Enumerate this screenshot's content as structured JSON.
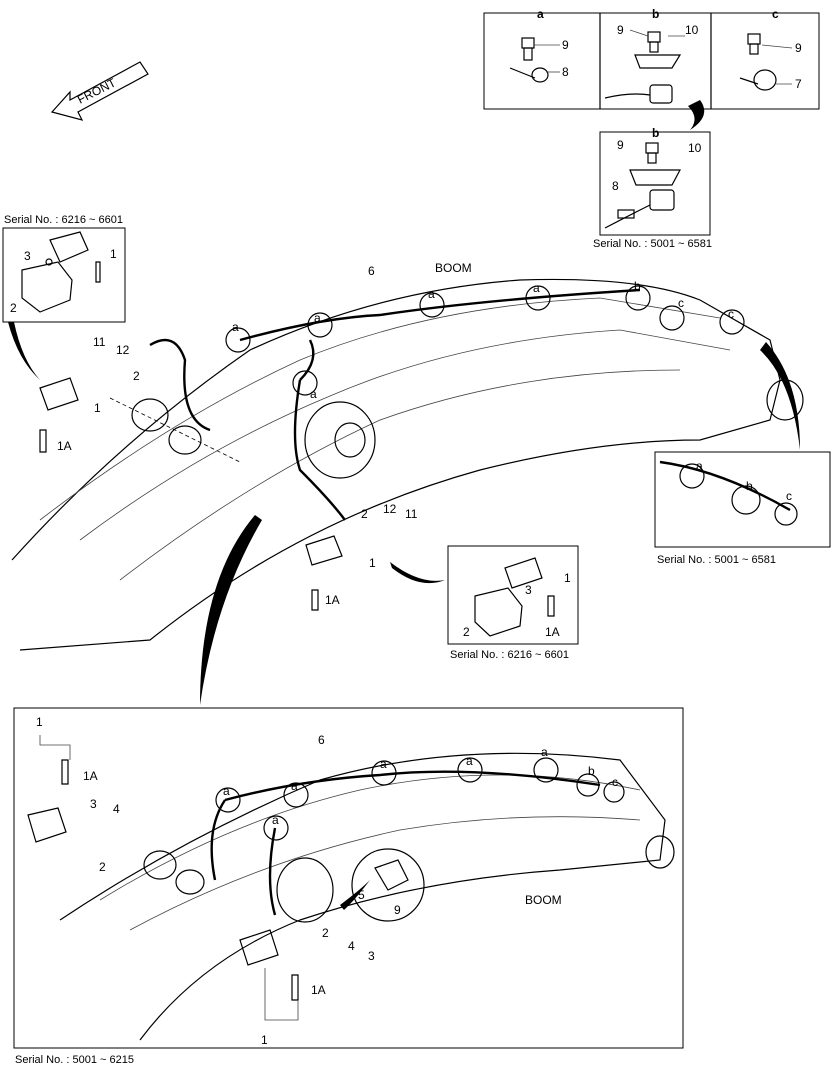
{
  "front_label": "FRONT",
  "boom_label_top": "BOOM",
  "boom_label_bottom": "BOOM",
  "details": {
    "a": "a",
    "b": "b",
    "c": "c",
    "b2": "b"
  },
  "serials": {
    "top_left": "Serial No. : 6216 ~ 6601",
    "b_detail": "Serial No. : 5001 ~ 6581",
    "right_detail": "Serial No. : 5001 ~ 6581",
    "center_detail": "Serial No. : 6216 ~ 6601",
    "bottom": "Serial No. : 5001 ~ 6215"
  },
  "parts": {
    "p1": "1",
    "p1a": "1A",
    "p2": "2",
    "p3": "3",
    "p4": "4",
    "p5": "5",
    "p6": "6",
    "p7": "7",
    "p8": "8",
    "p9": "9",
    "p10": "10",
    "p11": "11",
    "p12": "12",
    "pa": "a",
    "pb": "b",
    "pc": "c"
  }
}
